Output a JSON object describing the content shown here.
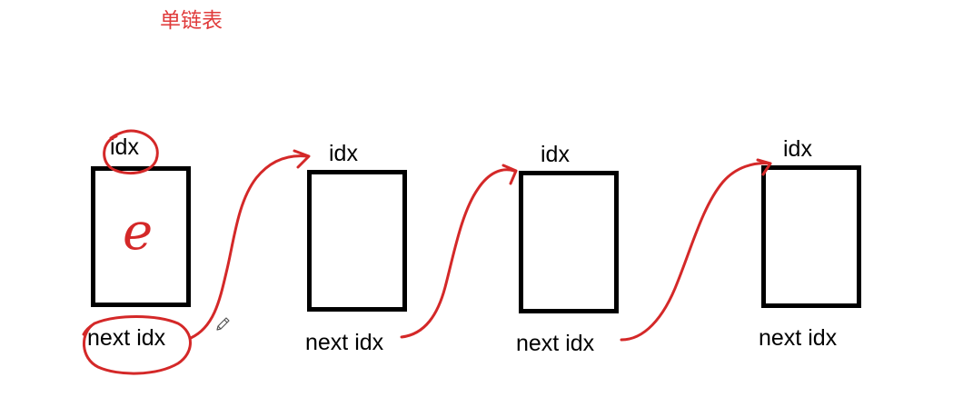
{
  "title": "单链表",
  "nodes": [
    {
      "idx_label": "idx",
      "next_label": "next idx",
      "value": "e"
    },
    {
      "idx_label": "idx",
      "next_label": "next idx",
      "value": ""
    },
    {
      "idx_label": "idx",
      "next_label": "next idx",
      "value": ""
    },
    {
      "idx_label": "idx",
      "next_label": "next idx",
      "value": ""
    }
  ],
  "colors": {
    "annotation": "#d42828",
    "box": "#000000",
    "title": "#e03b3b"
  },
  "icons": [
    "pencil-cursor-icon"
  ]
}
